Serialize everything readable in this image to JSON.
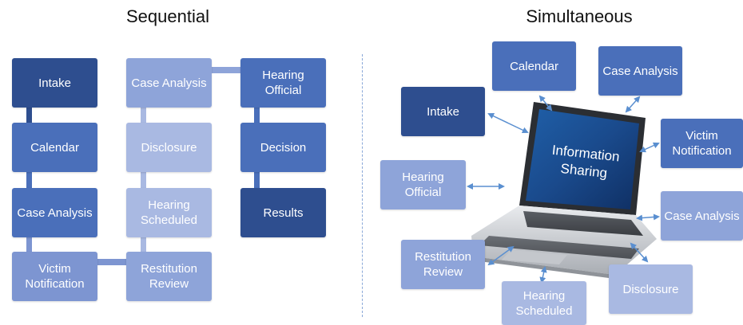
{
  "titles": {
    "sequential": "Sequential",
    "simultaneous": "Simultaneous"
  },
  "sequential": {
    "col1": [
      "Intake",
      "Calendar",
      "Case Analysis",
      "Victim Notification"
    ],
    "col2": [
      "Case Analysis",
      "Disclosure",
      "Hearing Scheduled",
      "Restitution Review"
    ],
    "col3": [
      "Hearing Official",
      "Decision",
      "Results"
    ]
  },
  "simultaneous": {
    "center": "Information Sharing",
    "nodes": {
      "intake": "Intake",
      "calendar": "Calendar",
      "case_analysis_top": "Case Analysis",
      "victim_notification": "Victim Notification",
      "case_analysis_right": "Case Analysis",
      "disclosure": "Disclosure",
      "hearing_scheduled": "Hearing Scheduled",
      "restitution_review": "Restitution Review",
      "hearing_official": "Hearing Official"
    }
  },
  "colors": {
    "darkest": "#2e4e8f",
    "dark": "#4a6fba",
    "medium": "#7d95d1",
    "light": "#8ea4d9",
    "lightest": "#a9b9e2",
    "arrow": "#5a8fd0"
  }
}
